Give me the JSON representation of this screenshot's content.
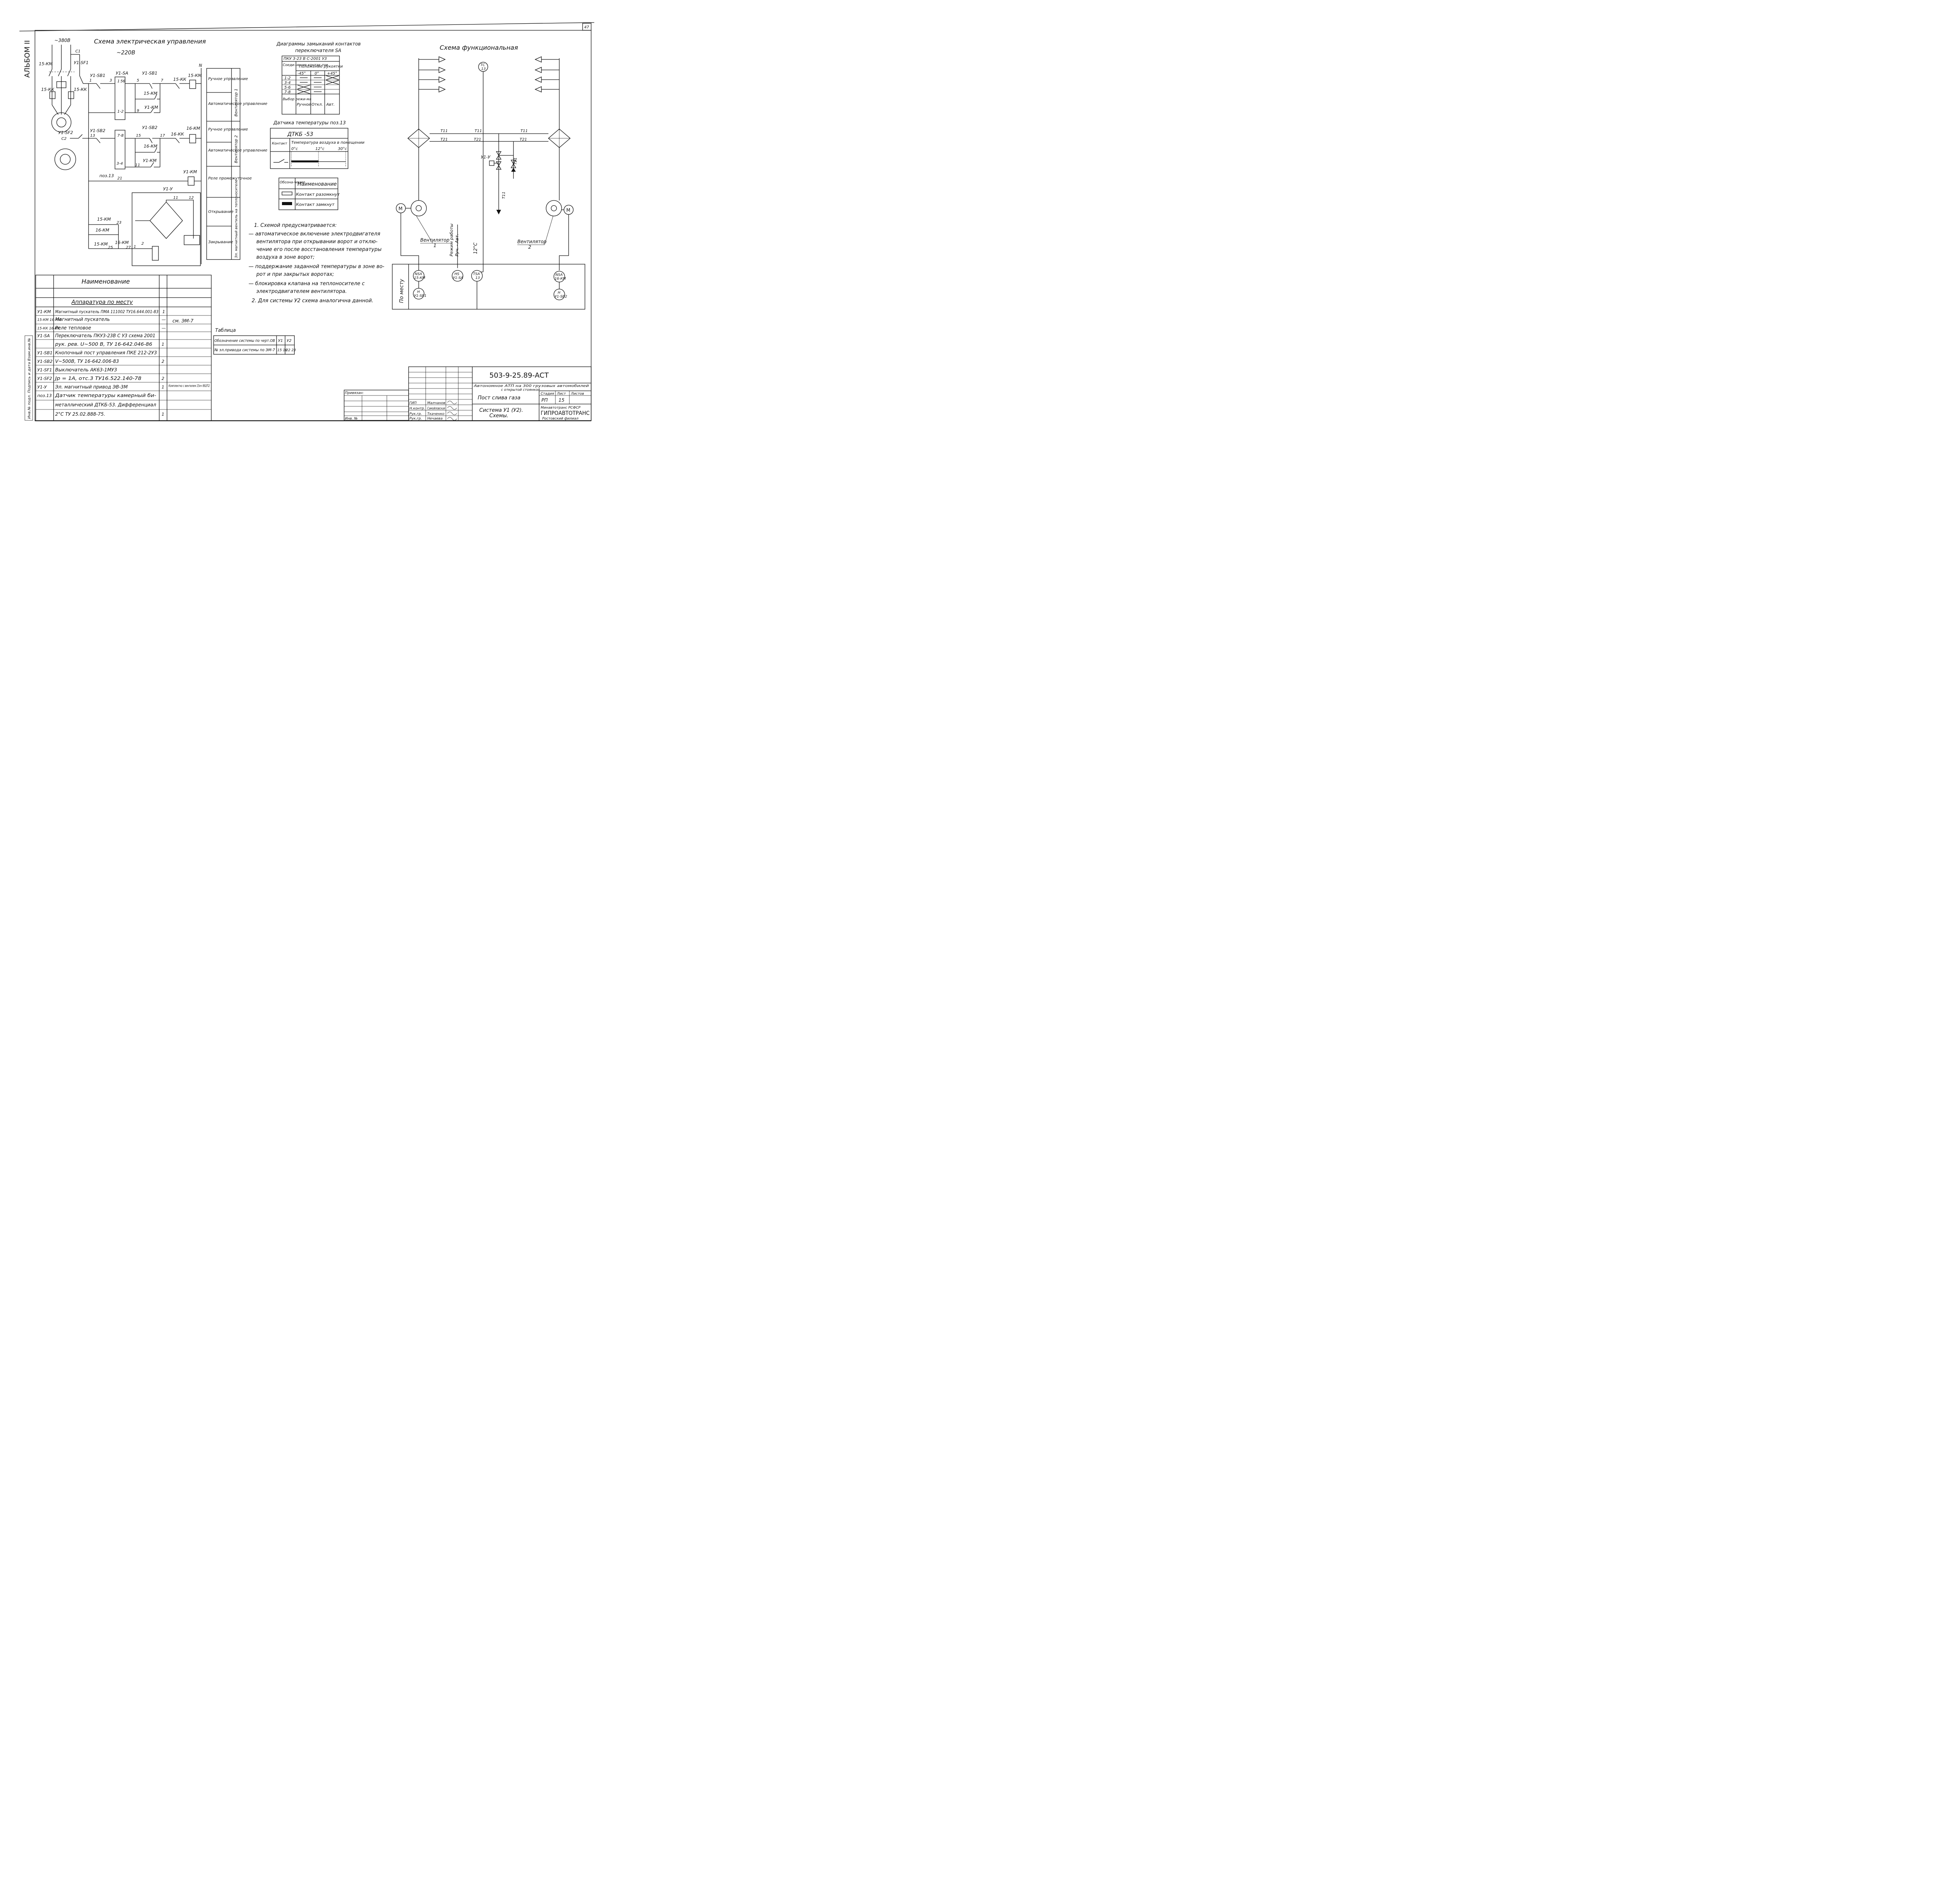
{
  "sheet": {
    "sheet_number": "47",
    "album": "АЛЬБОМ II"
  },
  "electrical": {
    "title_line1": "Схема электрическая управления",
    "title_line2": "~220В",
    "supply_voltage": "~380В",
    "labels": {
      "km15": "15-КМ",
      "kk15": "15-КК",
      "kk15_right": "15-КК",
      "sf1": "У1-SF1",
      "c1": "С1",
      "c2": "С2",
      "sf2": "У1-SF2",
      "sb1_a": "У1-SB1",
      "sa": "У1-SA",
      "sb1_b": "У1-SB1",
      "kk15_coil": "15-КК",
      "km15_coil": "15-КМ",
      "n": "N",
      "km15_aux": "15-КМ",
      "km1_aux": "У1-КМ",
      "sb2_a": "У1-SB2",
      "sb2_b": "У1-SB2",
      "kk16_coil": "16-КК",
      "km16_coil": "16-КМ",
      "km16_aux": "16-КМ",
      "km1_aux2": "У1-КМ",
      "km1_coil": "У1-КМ",
      "poz13": "поз.13",
      "y1y": "У1-У",
      "km15_b": "15-КМ",
      "km16_b": "16-КМ",
      "km15_c": "15-КМ",
      "km16_c": "16-КМ",
      "sa_12": "1-2",
      "sa_78": "7-8",
      "sa_34": "3-4",
      "sa_15": "1",
      "sa_5": "5",
      "sa_6": "6"
    },
    "wire_numbers": [
      "1",
      "3",
      "5",
      "7",
      "9",
      "13",
      "15",
      "17",
      "11",
      "21",
      "23",
      "25",
      "27",
      "1",
      "2",
      "11",
      "12"
    ],
    "side_table": [
      {
        "text": "Ручное управление",
        "group": "Вентилятор 1"
      },
      {
        "text": "Автоматическое управление",
        "group": "Вентилятор 1"
      },
      {
        "text": "Ручное управление",
        "group": "Вентилятор 2"
      },
      {
        "text": "Автоматическое управление",
        "group": "Вентилятор 2"
      },
      {
        "text": "Реле промежуточное",
        "group": ""
      },
      {
        "text": "Открывание",
        "group": "Эл. магнитный вентиль на теплоносителе"
      },
      {
        "text": "Закрывание",
        "group": "Эл. магнитный вентиль на теплоносителе"
      }
    ]
  },
  "contact_diagram": {
    "title_line1": "Диаграммы замыканий контактов",
    "title_line2": "переключателя SA",
    "switch_type": "ПКУ 3-23 В С-2001   У3",
    "col_contacts": "Соеди-нение контак-тов",
    "col_position": "Положение рукоятки",
    "positions": [
      "-45°",
      "0°",
      "+45°"
    ],
    "rows": [
      "1-2",
      "3-4",
      "5-6",
      "7-8"
    ],
    "mode_label": "Выбор режи-ма",
    "modes": [
      "Ручной",
      "Откл.",
      "Авт."
    ]
  },
  "sensor": {
    "title": "Датчика температуры поз.13",
    "model": "ДТКБ -53",
    "col_contact": "Контакт",
    "col_temp": "Температура воздуха в помещении",
    "ticks": [
      "0°с",
      "12°с",
      "30°с"
    ]
  },
  "legend": {
    "col_designation": "Обозна-чение",
    "col_name": "Наименование",
    "open": "Контакт разомкнут",
    "closed": "Контакт замкнут"
  },
  "notes": [
    "1. Схемой предусматривается:",
    "— автоматическое включение электродвигателя",
    "вентилятора при открывании ворот и отклю-",
    "чение его после восстановления температуры",
    "воздуха в зоне ворот;",
    "— поддержание заданной температуры в зоне во-",
    "рот и при закрытых воротах;",
    "— блокировка клапана на теплоносителе с",
    "электродвигателем вентилятора.",
    "2. Для системы У2 схема аналогична данной."
  ],
  "functional": {
    "title": "Схема функциональная",
    "tc": [
      "ТС",
      "13"
    ],
    "pipe_labels": [
      "Т11",
      "Т21",
      "Т11",
      "Т21",
      "Т11",
      "Т21",
      "Т11",
      "Т21"
    ],
    "valve": "У1-У",
    "fan1": [
      "Вентилятор",
      "1"
    ],
    "fan2": [
      "Вентилятор",
      "2"
    ],
    "mode_line1": "Режим работы",
    "mode_line2": "Руч. - Авт.",
    "setpoint": "12°С",
    "local": "По месту",
    "motor": "М",
    "instruments": [
      [
        "NSA",
        "15-КМ"
      ],
      [
        "HS",
        "У1-SA"
      ],
      [
        "TSA",
        "13"
      ],
      [
        "NSA",
        "16-КМ"
      ],
      [
        "H",
        "У1-SB1"
      ],
      [
        "H",
        "У1-SB2"
      ]
    ]
  },
  "spec": {
    "header": "Наименование",
    "section": "Аппаратура по месту",
    "rows": [
      {
        "pos": "У1-КМ",
        "name": "Магнитный пускатель ПМА 111002 ТУ16.644.001-83",
        "qty": "1",
        "note": ""
      },
      {
        "pos": "15-КМ 16-КМ",
        "name": "Магнитный пускатель",
        "qty": "—",
        "note": "см. ЭМ-7"
      },
      {
        "pos": "15-КК 16-КК",
        "name": "Реле тепловое",
        "qty": "—",
        "note": ""
      },
      {
        "pos": "У1-SA",
        "name": "Переключатель ПКУ3-23В С У3  схема 2001",
        "qty": "",
        "note": ""
      },
      {
        "pos": "",
        "name": "рук. рев.   U~500 В, ТУ 16-642.046-86",
        "qty": "1",
        "note": ""
      },
      {
        "pos": "У1-SB1",
        "name": "Кнопочный пост управления ПКЕ 212-2У3",
        "qty": "",
        "note": ""
      },
      {
        "pos": "У1-SB2",
        "name": "V~500В, ТУ 16-642.006-83",
        "qty": "2",
        "note": ""
      },
      {
        "pos": "У1-SF1",
        "name": "Выключатель АК63-1МУ3",
        "qty": "",
        "note": ""
      },
      {
        "pos": "У1-SF2",
        "name": "Jp = 1А, отс.3     ТУ16.522.140-78",
        "qty": "2",
        "note": ""
      },
      {
        "pos": "У1-У",
        "name": "Эл. магнитный привод ЭВ-3М",
        "qty": "1",
        "note": "Комплектно с вентилем 15кч 892П2"
      },
      {
        "pos": "поз.13",
        "name": "Датчик температуры камерный би-",
        "qty": "",
        "note": ""
      },
      {
        "pos": "",
        "name": "металлический ДТКБ-53. Дифференциал",
        "qty": "",
        "note": ""
      },
      {
        "pos": "",
        "name": "2°С   ТУ 25.02.888-75.",
        "qty": "1",
        "note": ""
      }
    ],
    "left_strip": "Инв.№ подл.   Подпись и дата   Взам.инв.№"
  },
  "small_table": {
    "title": "Таблица",
    "rows": [
      {
        "label": "Обозначение системы по черт.ОВ",
        "v1": "У1",
        "v2": "У2"
      },
      {
        "label": "№ эл.привода системы по ЭМ-7",
        "v1": "15 16",
        "v2": "22 23"
      }
    ]
  },
  "stamp": {
    "code": "503-9-25.89-АСТ",
    "project_line1": "Автономное АТП на 300 грузовых автомобилей",
    "project_line2": "с открытой стоянкой",
    "object": "Пост слива газа",
    "sheet_title_1": "Система У1 (У2).",
    "sheet_title_2": "Схемы.",
    "stage_label": "Стадия",
    "sheet_label": "Лист",
    "sheets_label": "Листов",
    "stage": "РП",
    "sheet": "15",
    "ministry": "Минавтотранс РСФСР",
    "org": "ГИПРОАВТОТРАНС",
    "branch": "Ростовский филиал",
    "privyazan": "Привязан:",
    "inv": "Инв. №",
    "roles": [
      "ГИП",
      "Н.контр.",
      "Рук.гр.",
      "Рук.гр."
    ],
    "names": [
      "Малчанов",
      "Самойловская",
      "Ткаченко",
      "Нечаева"
    ]
  }
}
